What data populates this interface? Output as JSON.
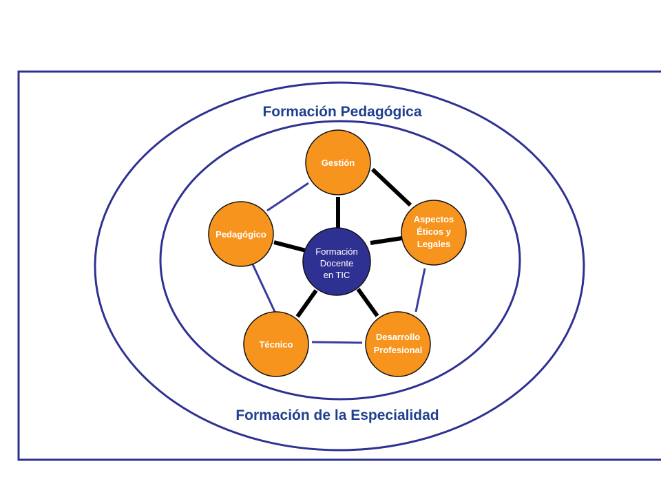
{
  "diagram": {
    "outer_label": "Formación Pedagógica",
    "bottom_label": "Formación de la Especialidad",
    "center": {
      "lines": [
        "Formación",
        "Docente",
        "en TIC"
      ]
    },
    "nodes": [
      {
        "id": "gestion",
        "lines": [
          "Gestión"
        ]
      },
      {
        "id": "eticos",
        "lines": [
          "Aspectos",
          "Éticos y",
          "Legales"
        ]
      },
      {
        "id": "desarrollo",
        "lines": [
          "Desarrollo",
          "Profesional"
        ]
      },
      {
        "id": "tecnico",
        "lines": [
          "Técnico"
        ]
      },
      {
        "id": "pedagogico",
        "lines": [
          "Pedagógico"
        ]
      }
    ],
    "colors": {
      "border": "#2e3192",
      "ring": "#2e3192",
      "title": "#1f3f8f",
      "node_fill": "#f7941d",
      "center_fill": "#2e3192",
      "spoke": "#000000",
      "outer_link": "#3b3ba0"
    }
  }
}
